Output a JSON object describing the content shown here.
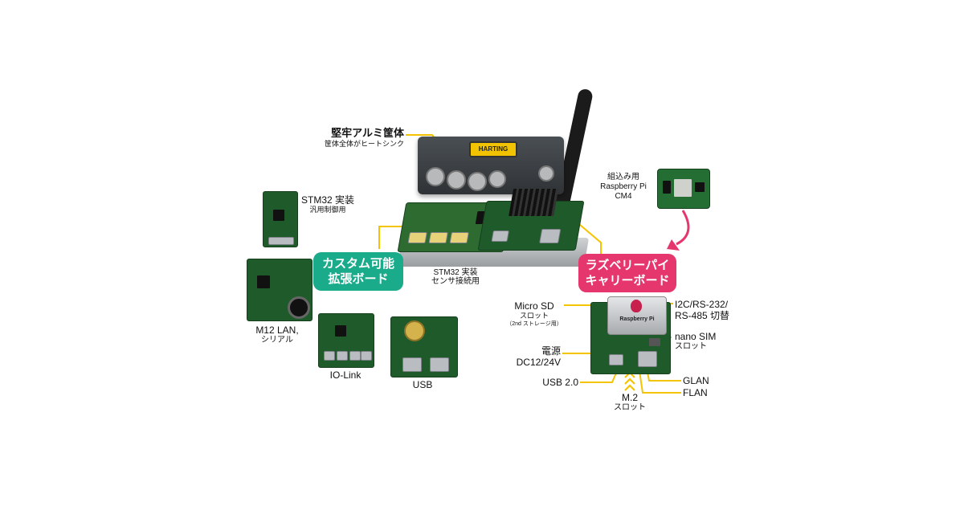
{
  "labels": {
    "enclosure_title": "堅牢アルミ筐体",
    "enclosure_sub": "筐体全体がヒートシンク",
    "stm32_general_1": "STM32 実装",
    "stm32_general_2": "汎用制御用",
    "stm32_sensor_1": "STM32 実装",
    "stm32_sensor_2": "センサ接続用",
    "cm4_1": "組込み用",
    "cm4_2": "Raspberry Pi",
    "cm4_3": "CM4",
    "m12_1": "M12 LAN,",
    "m12_2": "シリアル",
    "iolink": "IO-Link",
    "usb": "USB",
    "microsd_1": "Micro SD",
    "microsd_2": "スロット",
    "microsd_3": "（2nd ストレージ用）",
    "power_1": "電源",
    "power_2": "DC12/24V",
    "usb20": "USB 2.0",
    "m2_1": "M.2",
    "m2_2": "スロット",
    "i2c_1": "I2C/RS-232/",
    "i2c_2": "RS-485 切替",
    "nanosim_1": "nano SIM",
    "nanosim_2": "スロット",
    "glan": "GLAN",
    "flan": "FLAN",
    "rpi_text": "Raspberry Pi",
    "harting_text": "HARTING"
  },
  "badges": {
    "custom_1": "カスタム可能",
    "custom_2": "拡張ボード",
    "carrier_1": "ラズベリーパイ",
    "carrier_2": "キャリーボード"
  },
  "colors": {
    "teal": "#1aab8b",
    "pink": "#e5376d",
    "leader": "#f5c400",
    "pcb": "#1f5a2a",
    "enclosure": "#2f3336"
  }
}
